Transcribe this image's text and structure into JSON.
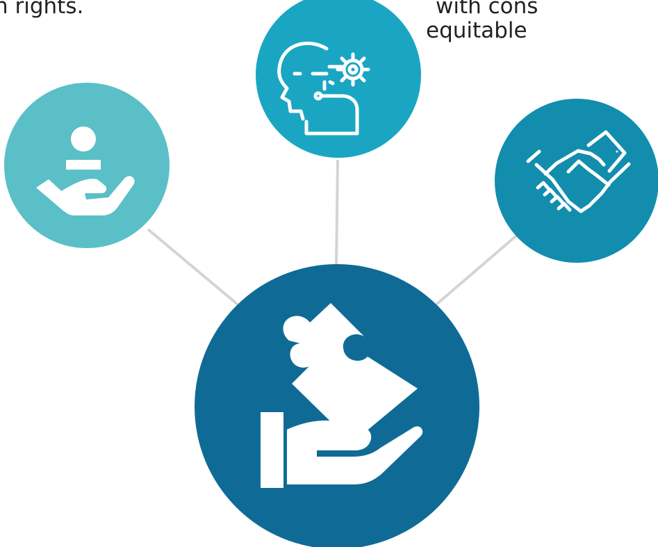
{
  "text_fragments": {
    "left_line": "n rights.",
    "right_line_1": "with cons",
    "right_line_2": "equitable"
  },
  "colors": {
    "connector": "#d4d4d4",
    "circle_left": "#5bbfc7",
    "circle_top": "#1aa6c3",
    "circle_right": "#128dad",
    "circle_center": "#0f6b96",
    "icon": "#ffffff"
  },
  "icons": {
    "left": "person-in-hand-icon",
    "top": "ai-head-gear-icon",
    "right": "handshake-icon",
    "center": "puzzle-piece-in-hand-icon"
  }
}
